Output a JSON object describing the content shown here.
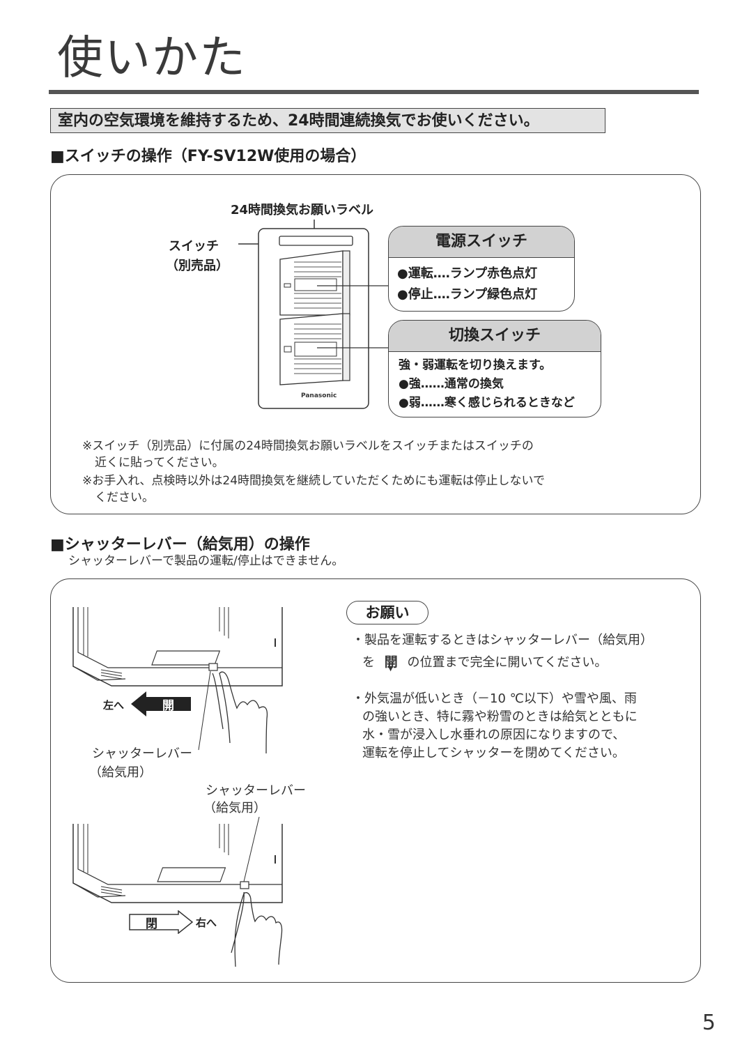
{
  "page": {
    "title": "使いかた",
    "banner": "室内の空気環境を維持するため、24時間連続換気でお使いください。",
    "page_number": "5"
  },
  "switch_section": {
    "heading": "■スイッチの操作（FY-SV12W使用の場合）",
    "label_sticker": "24時間換気お願いラベル",
    "switch_label_line1": "スイッチ",
    "switch_label_line2": "（別売品）",
    "brand": "Panasonic",
    "power_switch": {
      "title": "電源スイッチ",
      "items": [
        "●運転‥‥ランプ赤色点灯",
        "●停止‥‥ランプ緑色点灯"
      ]
    },
    "mode_switch": {
      "title": "切換スイッチ",
      "lead": "強・弱運転を切り換えます。",
      "items": [
        "●強‥‥‥通常の換気",
        "●弱‥‥‥寒く感じられるときなど"
      ]
    },
    "notes": [
      "※スイッチ（別売品）に付属の24時間換気お願いラベルをスイッチまたはスイッチの",
      "近くに貼ってください。",
      "※お手入れ、点検時以外は24時間換気を継続していただくためにも運転は停止しないで",
      "ください。"
    ]
  },
  "shutter_section": {
    "heading": "■シャッターレバー（給気用）の操作",
    "subtext": "シャッターレバーで製品の運転/停止はできません。",
    "open_arrow_label": "開",
    "open_direction": "左へ",
    "close_arrow_label": "閉",
    "close_direction": "右へ",
    "lever_label_line1": "シャッターレバー",
    "lever_label_line2": "（給気用）",
    "request": {
      "title": "お願い",
      "para1_line1": "・製品を運転するときはシャッターレバー（給気用）",
      "para1_line2_pre": "を",
      "para1_mark": "開",
      "para1_line2_post": "の位置まで完全に開いてください。",
      "para2": [
        "・外気温が低いとき（－10 ℃以下）や雪や風、雨",
        "の強いとき、特に霧や粉雪のときは給気とともに",
        "水・雪が浸入し水垂れの原因になりますので、",
        "運転を停止してシャッターを閉めてください。"
      ]
    }
  }
}
